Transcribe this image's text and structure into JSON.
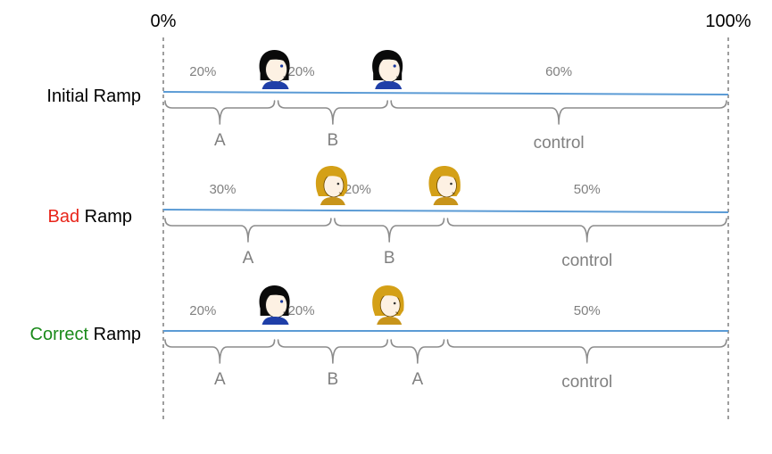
{
  "axis": {
    "start_label": "0%",
    "end_label": "100%"
  },
  "colors": {
    "line": "#5b9bd5",
    "brace": "#8c8c8c",
    "pct_text": "#808080",
    "bad": "#e8251a",
    "correct": "#1a8a1a",
    "user_b_hair": "#0a0a0a",
    "user_b_shirt": "#1f3fa8",
    "user_a_hair": "#d4a017",
    "user_a_shirt": "#c8941a",
    "skin": "#fdf1e3"
  },
  "rows": [
    {
      "title_prefix": "",
      "title_prefix_color": "",
      "title_rest": "Initial Ramp",
      "segments": [
        {
          "label": "A",
          "pct_label": "20%",
          "fraction": 0.2
        },
        {
          "label": "B",
          "pct_label": "20%",
          "fraction": 0.2
        },
        {
          "label": "control",
          "pct_label": "60%",
          "fraction": 0.6
        }
      ],
      "users": [
        "user-b",
        "user-b"
      ]
    },
    {
      "title_prefix": "Bad",
      "title_prefix_color": "#e8251a",
      "title_rest": " Ramp",
      "segments": [
        {
          "label": "A",
          "pct_label": "30%",
          "fraction": 0.3
        },
        {
          "label": "B",
          "pct_label": "20%",
          "fraction": 0.2
        },
        {
          "label": "control",
          "pct_label": "50%",
          "fraction": 0.5
        }
      ],
      "users": [
        "user-a",
        "user-a"
      ]
    },
    {
      "title_prefix": "Correct",
      "title_prefix_color": "#1a8a1a",
      "title_rest": " Ramp",
      "segments": [
        {
          "label": "A",
          "pct_label": "20%",
          "fraction": 0.2
        },
        {
          "label": "B",
          "pct_label": "20%",
          "fraction": 0.2
        },
        {
          "label": "A",
          "pct_label": "",
          "fraction": 0.1
        },
        {
          "label": "control",
          "pct_label": "50%",
          "fraction": 0.5
        }
      ],
      "users": [
        "user-b",
        "user-a"
      ]
    }
  ]
}
